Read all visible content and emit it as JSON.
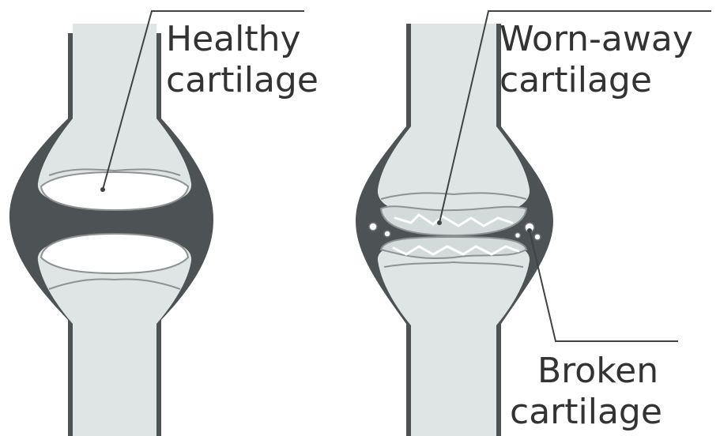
{
  "labels": {
    "healthy": {
      "line1": "Healthy",
      "line2": "cartilage"
    },
    "worn": {
      "line1": "Worn-away",
      "line2": "cartilage"
    },
    "broken": {
      "line1": "Broken",
      "line2": "cartilage"
    }
  },
  "colors": {
    "capsule": "#4d5254",
    "bone": "#dfe4e4",
    "cartilage": "#ffffff",
    "outline": "#8d9394",
    "text": "#333333"
  }
}
